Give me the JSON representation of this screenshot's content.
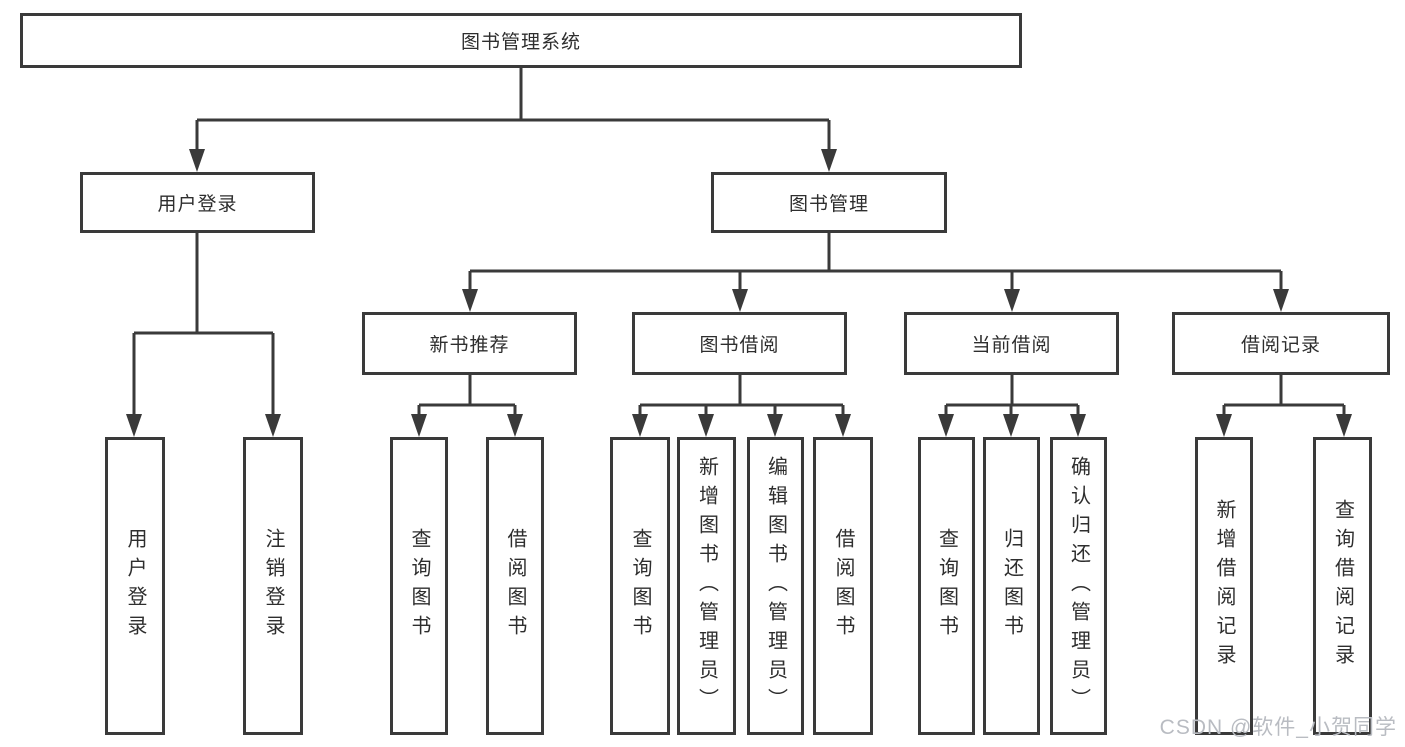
{
  "diagram": {
    "root": {
      "label": "图书管理系统"
    },
    "level2": [
      {
        "label": "用户登录"
      },
      {
        "label": "图书管理"
      }
    ],
    "level3": [
      {
        "label": "新书推荐"
      },
      {
        "label": "图书借阅"
      },
      {
        "label": "当前借阅"
      },
      {
        "label": "借阅记录"
      }
    ],
    "leaves": {
      "user_login": [
        {
          "label": "用户登录"
        },
        {
          "label": "注销登录"
        }
      ],
      "new_books": [
        {
          "label": "查询图书"
        },
        {
          "label": "借阅图书"
        }
      ],
      "book_borrow": [
        {
          "label": "查询图书"
        },
        {
          "label": "新增图书（管理员）"
        },
        {
          "label": "编辑图书（管理员）"
        },
        {
          "label": "借阅图书"
        }
      ],
      "current_borrow": [
        {
          "label": "查询图书"
        },
        {
          "label": "归还图书"
        },
        {
          "label": "确认归还（管理员）"
        }
      ],
      "borrow_records": [
        {
          "label": "新增借阅记录"
        },
        {
          "label": "查询借阅记录"
        }
      ]
    }
  },
  "watermark": {
    "text": "CSDN @软件_小贺同学"
  },
  "colors": {
    "line": "#3a3a3a",
    "text": "#2e2e2e",
    "background": "#ffffff",
    "watermark": "#b9bcc2"
  }
}
